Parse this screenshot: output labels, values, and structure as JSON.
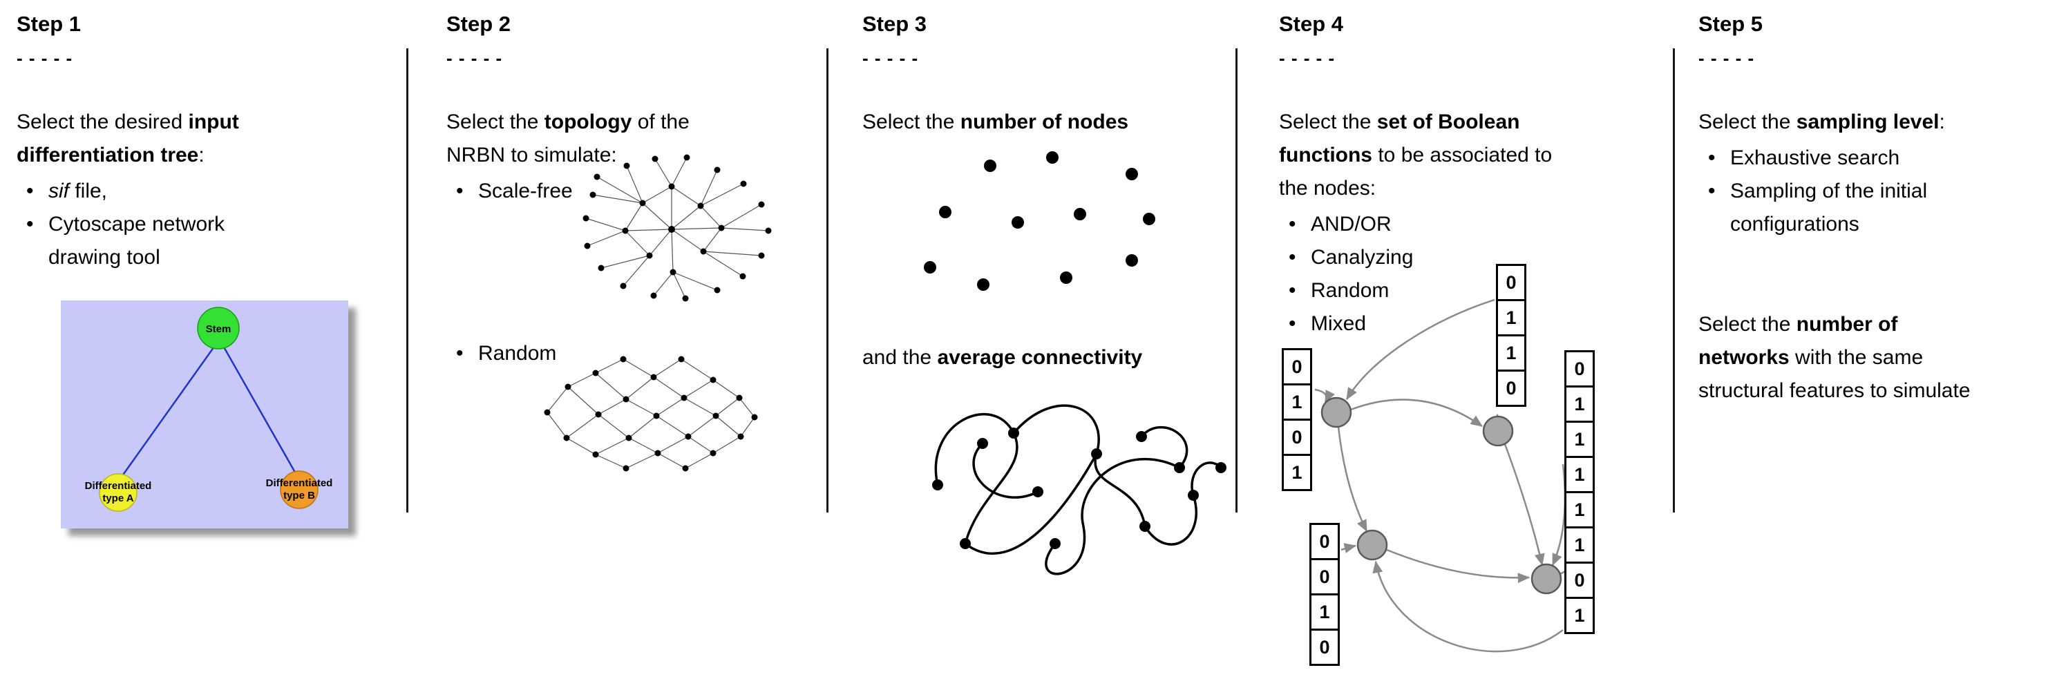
{
  "bullet_char": "•",
  "colors": {
    "tree_bg": "#c9c9f9",
    "stem": "#35e035",
    "type_a": "#efef2d",
    "type_b": "#f09a28",
    "edge_blue": "#2233cc",
    "arrow_gray": "#8a8a8a"
  },
  "steps": [
    {
      "title": "Step 1",
      "dashes": "- - - - -",
      "intro": [
        {
          "t": "Select the desired "
        },
        {
          "t": "input",
          "b": true
        },
        {
          "br": true
        },
        {
          "t": "differentiation tree",
          "b": true
        },
        {
          "t": ":"
        }
      ],
      "bullets": [
        [
          {
            "t": "sif",
            "i": true
          },
          {
            "t": " file,"
          }
        ],
        [
          {
            "t": "Cytoscape network"
          },
          {
            "br": true
          },
          {
            "t": "drawing tool"
          }
        ]
      ],
      "tree": {
        "root": "Stem",
        "left_line1": "Differentiated",
        "left_line2": "type A",
        "right_line1": "Differentiated",
        "right_line2": "type B"
      }
    },
    {
      "title": "Step 2",
      "dashes": "- - - - -",
      "intro": [
        {
          "t": "Select the "
        },
        {
          "t": "topology",
          "b": true
        },
        {
          "t": " of the"
        },
        {
          "br": true
        },
        {
          "t": "NRBN to simulate:"
        }
      ],
      "bullets": [
        [
          {
            "t": "Scale-free"
          }
        ],
        [
          {
            "t": "Random"
          }
        ]
      ]
    },
    {
      "title": "Step 3",
      "dashes": "- - - - -",
      "intro": [
        {
          "t": "Select the "
        },
        {
          "t": "number of nodes",
          "b": true
        }
      ],
      "second": [
        {
          "t": "and the "
        },
        {
          "t": "average connectivity",
          "b": true
        }
      ]
    },
    {
      "title": "Step 4",
      "dashes": "- - - - -",
      "intro": [
        {
          "t": "Select the "
        },
        {
          "t": "set of Boolean",
          "b": true
        },
        {
          "br": true
        },
        {
          "t": "functions",
          "b": true
        },
        {
          "t": " to be associated to"
        },
        {
          "br": true
        },
        {
          "t": "the nodes:"
        }
      ],
      "bullets": [
        [
          {
            "t": "AND/OR"
          }
        ],
        [
          {
            "t": "Canalyzing"
          }
        ],
        [
          {
            "t": "Random"
          }
        ],
        [
          {
            "t": "Mixed"
          }
        ]
      ],
      "truth_tables": {
        "left": [
          "0",
          "1",
          "0",
          "1"
        ],
        "top": [
          "0",
          "1",
          "1",
          "0"
        ],
        "bottom_left": [
          "0",
          "0",
          "1",
          "0"
        ],
        "right": [
          "0",
          "1",
          "1",
          "1",
          "1",
          "1",
          "0",
          "1"
        ]
      }
    },
    {
      "title": "Step 5",
      "dashes": "- - - - -",
      "intro": [
        {
          "t": "Select the "
        },
        {
          "t": "sampling level",
          "b": true
        },
        {
          "t": ":"
        }
      ],
      "bullets": [
        [
          {
            "t": "Exhaustive search"
          }
        ],
        [
          {
            "t": "Sampling of the initial"
          },
          {
            "br": true
          },
          {
            "t": "configurations"
          }
        ]
      ],
      "second": [
        {
          "t": "Select the "
        },
        {
          "t": "number of",
          "b": true
        },
        {
          "br": true
        },
        {
          "t": "networks",
          "b": true
        },
        {
          "t": " with the same"
        },
        {
          "br": true
        },
        {
          "t": "structural features to simulate"
        }
      ]
    }
  ]
}
